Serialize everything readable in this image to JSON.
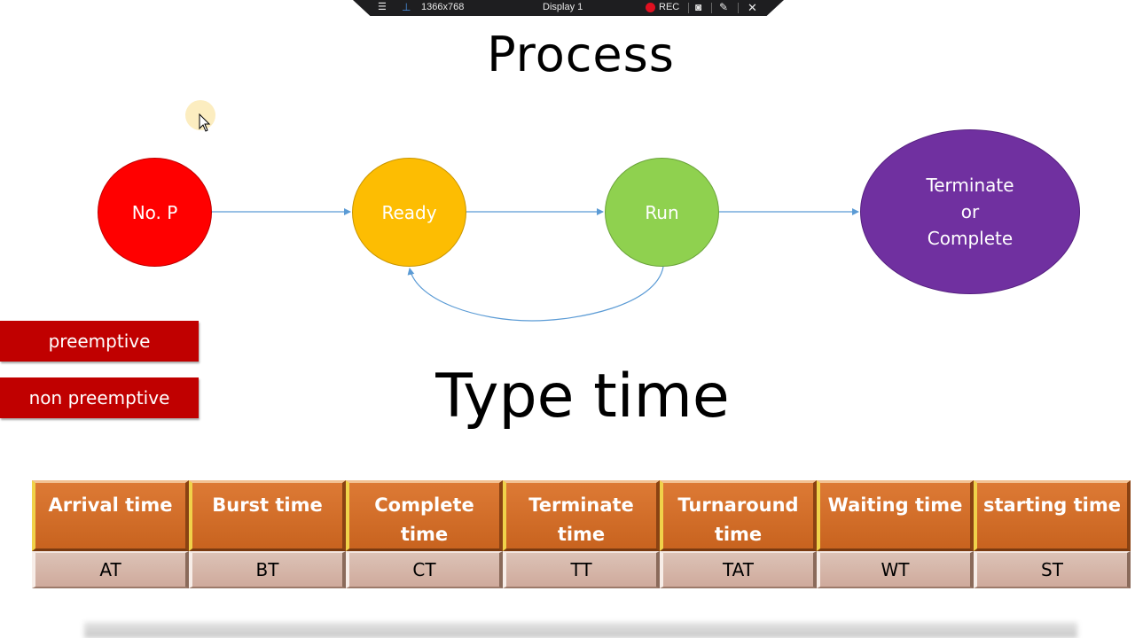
{
  "recorder": {
    "resolution": "1366x768",
    "display": "Display 1",
    "rec_label": "REC",
    "icons": [
      "menu-icon",
      "pin-icon",
      "record-icon",
      "camera-icon",
      "pen-icon",
      "close-icon"
    ]
  },
  "slide": {
    "title": "Process",
    "subtitle": "Type time"
  },
  "diagram": {
    "nodes": [
      {
        "id": "nop",
        "label": "No. P",
        "color": "#ff0000"
      },
      {
        "id": "ready",
        "label": "Ready",
        "color": "#fdbd02"
      },
      {
        "id": "run",
        "label": "Run",
        "color": "#8fd14f"
      },
      {
        "id": "terminate",
        "label_lines": [
          "Terminate",
          "or",
          "Complete"
        ],
        "color": "#7030a0"
      }
    ],
    "edges": [
      {
        "from": "No. P",
        "to": "Ready"
      },
      {
        "from": "Ready",
        "to": "Run"
      },
      {
        "from": "Run",
        "to": "Terminate or Complete"
      },
      {
        "from": "Run",
        "to": "Ready"
      }
    ],
    "edge_color": "#5b9bd5"
  },
  "scheduling": {
    "preemptive": "preemptive",
    "non_preemptive": "non preemptive",
    "color": "#c00000"
  },
  "time_table": {
    "columns": [
      {
        "name": "Arrival time",
        "abbr": "AT"
      },
      {
        "name": "Burst time",
        "abbr": "BT"
      },
      {
        "name": "Complete time",
        "abbr": "CT"
      },
      {
        "name": "Terminate time",
        "abbr": "TT"
      },
      {
        "name": "Turnaround time",
        "abbr": "TAT"
      },
      {
        "name": "Waiting time",
        "abbr": "WT"
      },
      {
        "name": "starting time",
        "abbr": "ST"
      }
    ],
    "header_color": "#c8631f",
    "abbr_color": "#d4b2a4"
  }
}
